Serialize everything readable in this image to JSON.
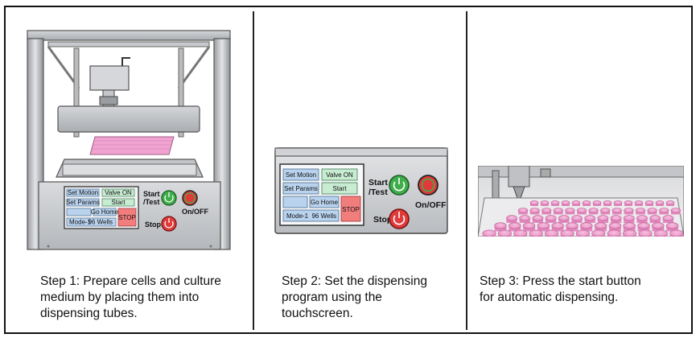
{
  "steps": [
    {
      "caption_lines": [
        "Step 1: Prepare cells and culture",
        "medium by placing them into",
        "dispensing tubes."
      ]
    },
    {
      "caption_lines": [
        "Step 2: Set the dispensing",
        "program using the",
        "touchscreen."
      ]
    },
    {
      "caption_lines": [
        "Step 3: Press the start button",
        "for automatic dispensing."
      ]
    }
  ],
  "controller": {
    "set_motion": "Set Motion",
    "valve_on": "Valve ON",
    "set_params": "Set Params",
    "start": "Start",
    "go_home": "Go Home",
    "mode": "Mode-1",
    "wells": "96 Wells",
    "stop_screen": "STOP",
    "start_test_1": "Start",
    "start_test_2": "/Test",
    "on_off": "On/OFF",
    "stop_button": "Stop"
  },
  "colors": {
    "screen_btn_blue": "#b9d3ee",
    "screen_btn_green": "#c8ecd2",
    "stop_red": "#f27d7d",
    "wellplate_pink": "#f0a3d0",
    "button_green": "#3fae4a",
    "button_red": "#e03a3a"
  }
}
